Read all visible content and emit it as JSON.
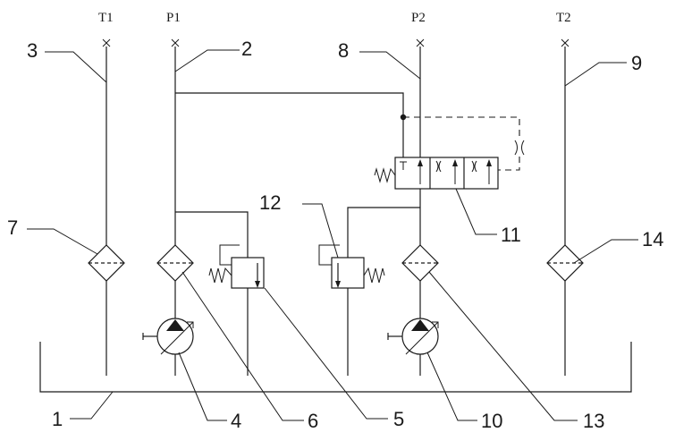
{
  "ports": {
    "t1": "T1",
    "p1": "P1",
    "p2": "P2",
    "t2": "T2"
  },
  "callouts": {
    "c1": "1",
    "c2": "2",
    "c3": "3",
    "c4": "4",
    "c5": "5",
    "c6": "6",
    "c7": "7",
    "c8": "8",
    "c9": "9",
    "c10": "10",
    "c11": "11",
    "c12": "12",
    "c13": "13",
    "c14": "14"
  },
  "components": {
    "reservoir": "tank-icon",
    "pump_left": "variable-pump-icon",
    "pump_right": "variable-pump-icon",
    "filters": "filter-icon",
    "relief_valves": "relief-valve-icon",
    "directional_valve": "three-position-valve-icon",
    "port_markers": "plug-cross-icon",
    "orifice": "throttle-icon"
  }
}
